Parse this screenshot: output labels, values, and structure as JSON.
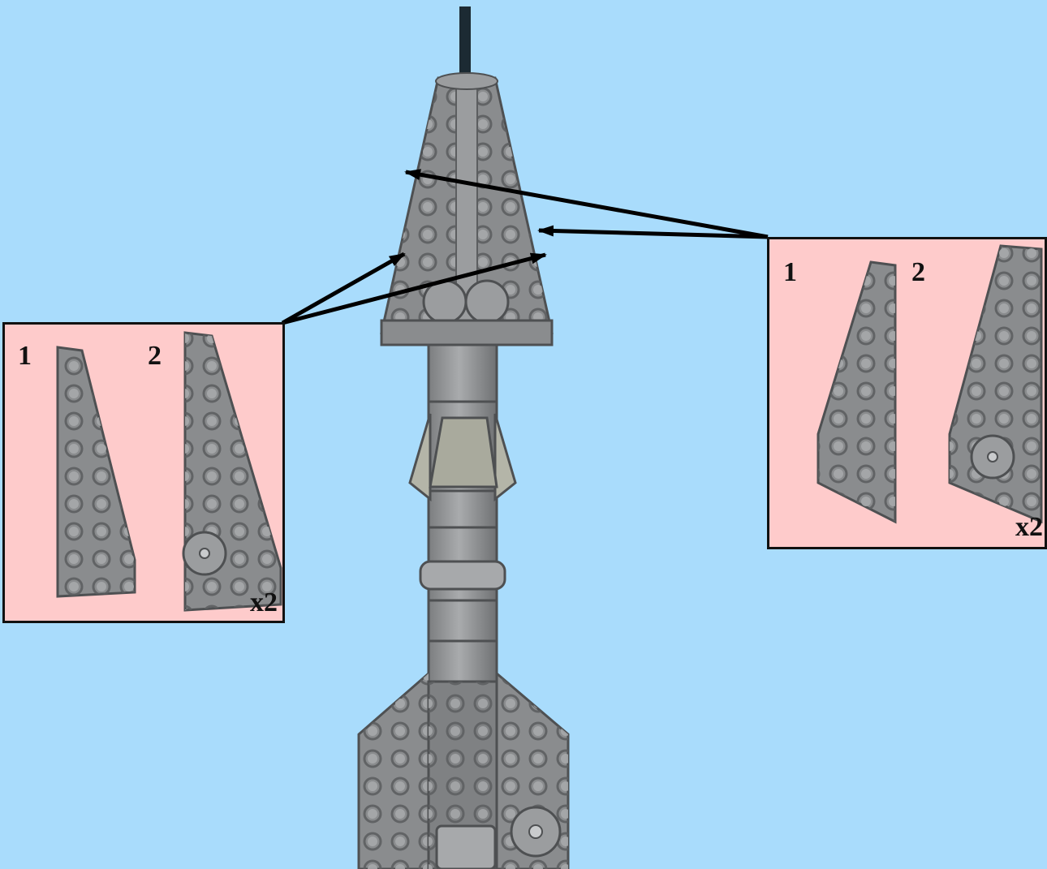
{
  "callout_left": {
    "step1": "1",
    "step2": "2",
    "multiplier": "x2"
  },
  "callout_right": {
    "step1": "1",
    "step2": "2",
    "multiplier": "x2"
  },
  "colors": {
    "background": "#a9dcfc",
    "callout_fill": "#fecbcb",
    "brick_gray": "#8a8c8e",
    "brick_dark": "#5c5e60",
    "brick_light": "#a7a9ab",
    "axle_black": "#1c2a33",
    "arrow": "#000000"
  },
  "parts": [
    {
      "name": "wedge-plate-left",
      "step": "1"
    },
    {
      "name": "wedge-plate-with-round-plate",
      "step": "2",
      "quantity": "x2"
    }
  ]
}
